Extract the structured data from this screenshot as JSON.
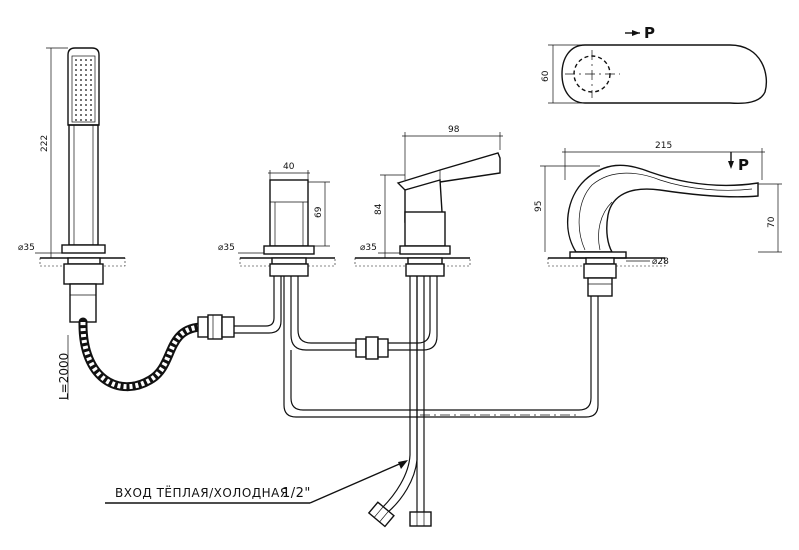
{
  "diagram": {
    "dimensions": {
      "shower_height": "222",
      "shower_flange": "⌀35",
      "hose_length": "L=2000",
      "handle_width": "40",
      "handle_height": "69",
      "handle_flange": "⌀35",
      "mixer_width": "98",
      "mixer_height": "84",
      "mixer_flange": "⌀35",
      "spout_length": "215",
      "spout_height": "95",
      "spout_outlet_height": "70",
      "spout_flange": "⌀28",
      "top_view_width": "60"
    },
    "view_labels": {
      "top_arrow": "P",
      "side_arrow": "P"
    },
    "inlet_caption": "ВХОД ТЁПЛАЯ/ХОЛОДНАЯ",
    "inlet_size": "1/2\""
  }
}
